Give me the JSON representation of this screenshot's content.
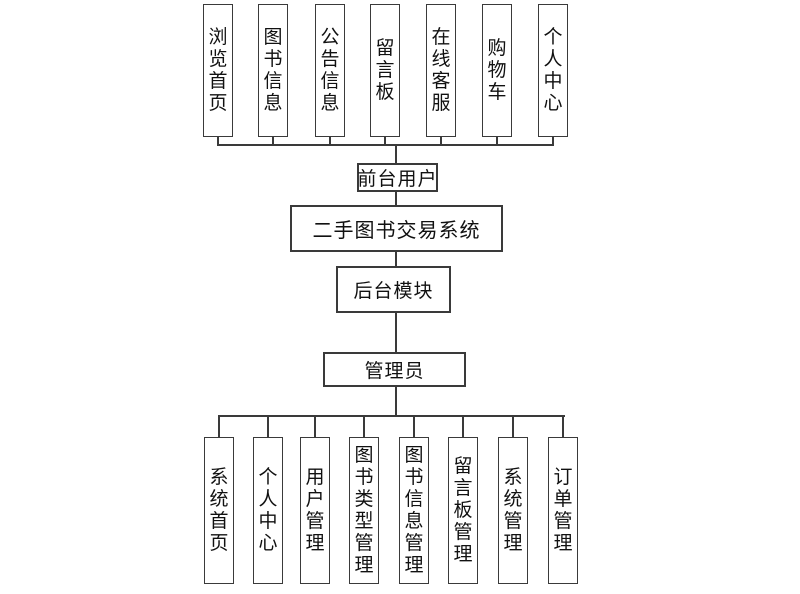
{
  "nodes": {
    "front_user": "前台用户",
    "system": "二手图书交易系统",
    "backend": "后台模块",
    "admin": "管理员"
  },
  "front_children": [
    "浏览首页",
    "图书信息",
    "公告信息",
    "留言板",
    "在线客服",
    "购物车",
    "个人中心"
  ],
  "admin_children": [
    "系统首页",
    "个人中心",
    "用户管理",
    "图书类型管理",
    "图书信息管理",
    "留言板管理",
    "系统管理",
    "订单管理"
  ],
  "colors": {
    "line": "#3a3a3a",
    "text": "#111111",
    "background": "#ffffff"
  }
}
